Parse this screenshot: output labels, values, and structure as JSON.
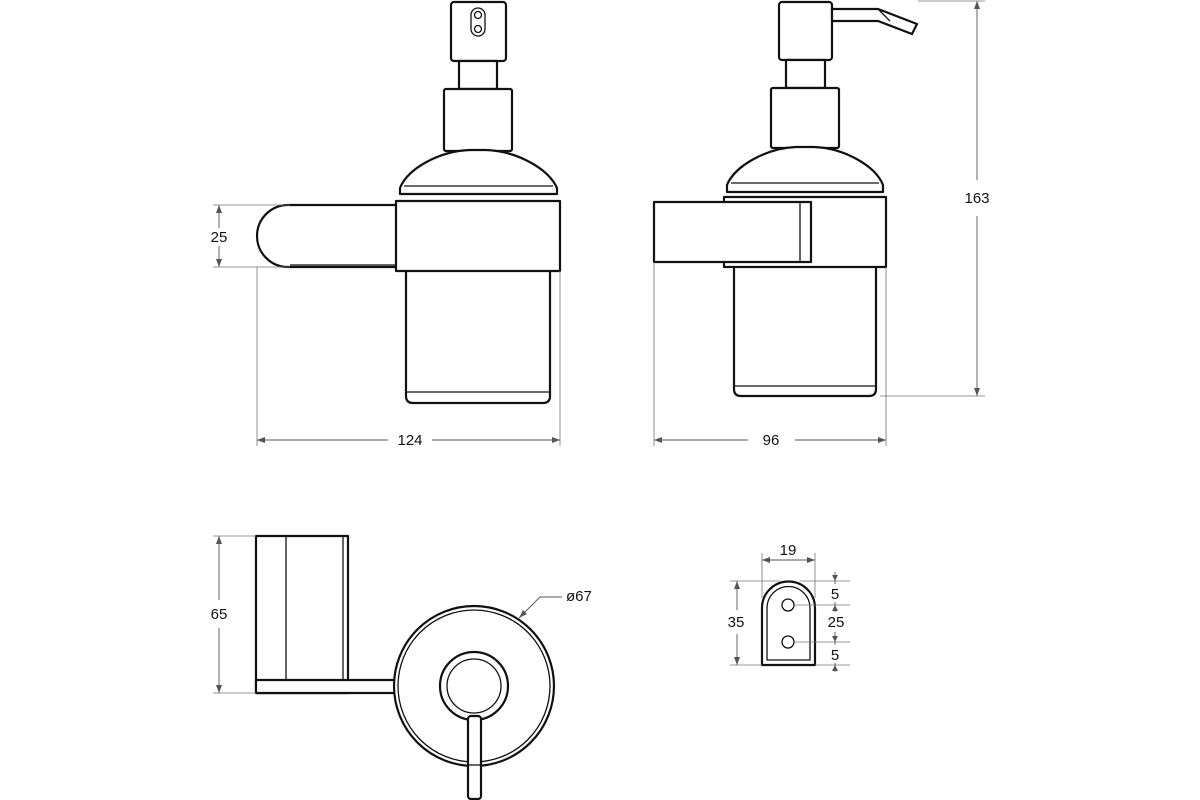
{
  "dimensions": {
    "front_width": "124",
    "side_depth": "96",
    "overall_height": "163",
    "bracket_height": "25",
    "top_depth": "65",
    "base_diameter": "ø67",
    "plate_width": "19",
    "plate_height": "35",
    "hole_top_offset": "5",
    "hole_spacing": "25",
    "hole_bottom_offset": "5"
  },
  "colors": {
    "line": "#111111",
    "dimension_line": "#555555",
    "background": "#ffffff"
  }
}
